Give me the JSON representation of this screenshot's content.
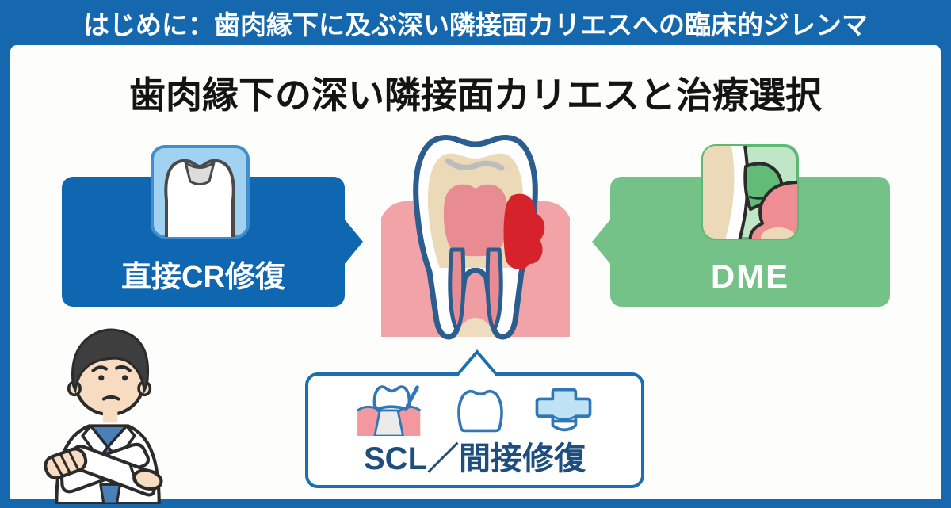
{
  "canvas": {
    "frame_color": "#1668ae",
    "panel_color": "#fdfdfb"
  },
  "header": {
    "label": "はじめに：歯肉縁下に及ぶ深い隣接面カリエスへの臨床的ジレンマ",
    "text_color": "#ffffff"
  },
  "title": {
    "label": "歯肉縁下の深い隣接面カリエスと治療選択",
    "text_color": "#141414"
  },
  "callouts": {
    "direct_cr": {
      "label": "直接CR修復",
      "box_color": "#0f67b2",
      "icon": "filled-tooth-icon",
      "arrow_direction": "right"
    },
    "dme": {
      "label": "DME",
      "box_color": "#74c288",
      "icon": "deep-margin-elevation-icon",
      "arrow_direction": "left"
    },
    "scl": {
      "label": "SCL／間接修復",
      "border_color": "#1b6fb0",
      "text_color": "#1d4e7d",
      "icons": [
        "crown-lengthening-icon",
        "crown-icon",
        "inlay-icon"
      ],
      "arrow_direction": "up"
    }
  },
  "illustration": {
    "name": "tooth-cross-section-with-subgingival-proximal-caries",
    "caries_color": "#d6232b",
    "gum_color": "#f2a3a8",
    "bone_color": "#eedcc1",
    "outline_color": "#2b5d8f"
  },
  "character": {
    "name": "worried-dentist"
  }
}
